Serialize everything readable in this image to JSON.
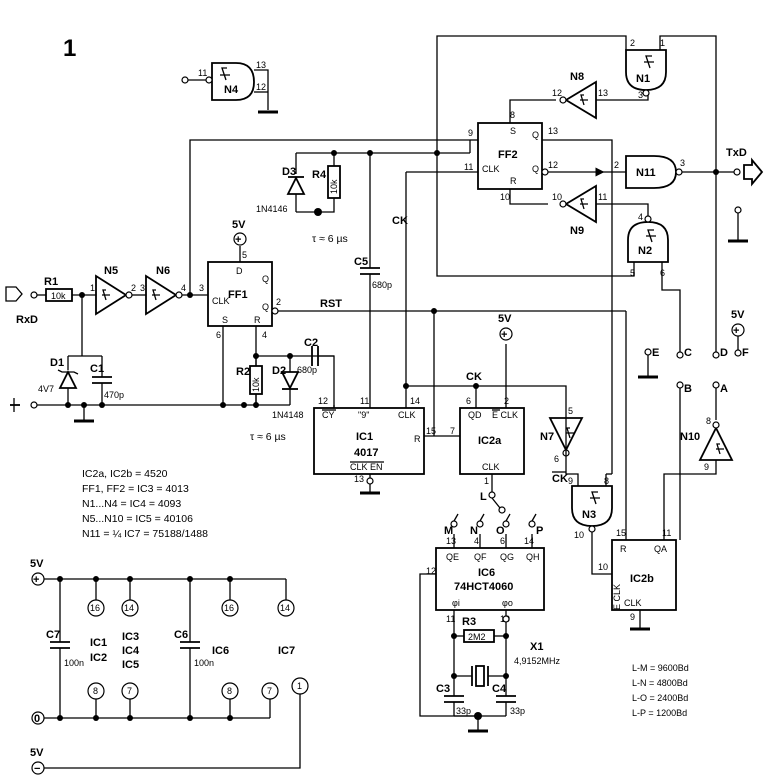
{
  "figure_number": "1",
  "gates": {
    "n1": "N1",
    "n2": "N2",
    "n3": "N3",
    "n4": "N4",
    "n5": "N5",
    "n6": "N6",
    "n7": "N7",
    "n8": "N8",
    "n9": "N9",
    "n10": "N10",
    "n11": "N11"
  },
  "ics": {
    "ff1": "FF1",
    "ff2": "FF2",
    "ic1": "IC1",
    "ic1_part": "4017",
    "ic1_nine": "\"9\"",
    "ic1_cy": "CY",
    "ic1_clkin": "CLK",
    "ic1_r": "R",
    "ic1_en": "CLK EN",
    "ic2a": "IC2a",
    "ic2a_qd": "QD",
    "ic2a_eclk": "E CLK",
    "ic2a_clk": "CLK",
    "ic2b": "IC2b",
    "ic2b_r": "R",
    "ic2b_qa": "QA",
    "ic2b_eclk": "E CLK",
    "ic2b_clk": "CLK",
    "ic6": "IC6",
    "ic6_part": "74HCT4060",
    "ic6_qe": "QE",
    "ic6_qf": "QF",
    "ic6_qg": "QG",
    "ic6_qh": "QH",
    "ic6_phi": "φi",
    "ic6_phio": "φo",
    "ff_d": "D",
    "ff_q": "Q",
    "ff_qbar": "Q",
    "ff_clk": "CLK",
    "ff_s": "S",
    "ff_r": "R"
  },
  "components": {
    "r1": "R1",
    "r1_val": "10k",
    "r2": "R2",
    "r2_val": "10k",
    "r3": "R3",
    "r3_val": "2M2",
    "r4": "R4",
    "r4_val": "10k",
    "c1": "C1",
    "c1_val": "470p",
    "c2": "C2",
    "c2_val": "680p",
    "c3": "C3",
    "c3_val": "33p",
    "c4": "C4",
    "c4_val": "33p",
    "c5": "C5",
    "c5_val": "680p",
    "c6": "C6",
    "c6_val": "100n",
    "c7": "C7",
    "c7_val": "100n",
    "d1": "D1",
    "d1_val": "4V7",
    "d2": "D2",
    "d2_val": "1N4148",
    "d3": "D3",
    "d3_val": "1N4146",
    "x1": "X1",
    "x1_val": "4,9152MHz",
    "tau1": "τ ≈ 6 µs",
    "tau2": "τ ≈ 6 µs"
  },
  "signals": {
    "rxd": "RxD",
    "txd": "TxD",
    "rst": "RST",
    "ck": "CK",
    "ck2": "CK",
    "ck_bar": "CK",
    "v5_1": "5V",
    "v5_2": "5V",
    "v5_3": "5V",
    "v5_4": "5V",
    "v5_5": "5V",
    "jA": "A",
    "jB": "B",
    "jC": "C",
    "jD": "D",
    "jE": "E",
    "jF": "F",
    "jL": "L",
    "jM": "M",
    "jN": "N",
    "jO": "O",
    "jP": "P",
    "plus": "+",
    "minus": "−",
    "zero": "0"
  },
  "pins": {
    "n4_11": "11",
    "n4_13": "13",
    "n4_12": "12",
    "n5_1": "1",
    "n5_2": "2",
    "n6_3": "3",
    "n6_4": "4",
    "ff1_5": "5",
    "ff1_3": "3",
    "ff1_6": "6",
    "ff1_4": "4",
    "ff1_2": "2",
    "ff2_9": "9",
    "ff2_11": "11",
    "ff2_13": "13",
    "ff2_12": "12",
    "ff2_10": "10",
    "ff2_8": "8",
    "n1_2": "2",
    "n1_1": "1",
    "n1_3": "3",
    "n8_12": "12",
    "n8_13": "13",
    "n11_2": "2",
    "n11_3": "3",
    "n9_10": "10",
    "n9_11": "11",
    "n2_4": "4",
    "n2_5": "5",
    "n2_6": "6",
    "ic1_12": "12",
    "ic1_11": "11",
    "ic1_14": "14",
    "ic1_15": "15",
    "ic1_13": "13",
    "ic2a_6": "6",
    "ic2a_2": "2",
    "ic2a_7": "7",
    "ic2a_1": "1",
    "n7_5": "5",
    "n7_6": "6",
    "n3_9": "9",
    "n3_8": "8",
    "n3_10": "10",
    "n10_8": "8",
    "n10_9": "9",
    "ic2b_15": "15",
    "ic2b_11": "11",
    "ic2b_10": "10",
    "ic2b_9": "9",
    "ic6_12": "12",
    "ic6_13": "13",
    "ic6_4": "4",
    "ic6_6": "6",
    "ic6_14": "14",
    "ic6_11": "11",
    "ic6_10": "10",
    "p16a": "16",
    "p14a": "14",
    "p8a": "8",
    "p7a": "7",
    "p16b": "16",
    "p14b": "14",
    "p8b": "8",
    "p7b": "7",
    "p1": "1"
  },
  "supply_groups": {
    "g1a": "IC1",
    "g1b": "IC2",
    "g2a": "IC3",
    "g2b": "IC4",
    "g2c": "IC5",
    "g3": "IC6",
    "g4": "IC7"
  },
  "notes": [
    "IC2a, IC2b = 4520",
    "FF1, FF2 = IC3 = 4013",
    "N1...N4 = IC4 = 4093",
    "N5...N10 = IC5 = 40106",
    "N11 =  ¼  IC7 = 75188/1488"
  ],
  "baud_rates": [
    "L-M  = 9600Bd",
    "L-N  = 4800Bd",
    "L-O  = 2400Bd",
    "L-P  = 1200Bd"
  ]
}
